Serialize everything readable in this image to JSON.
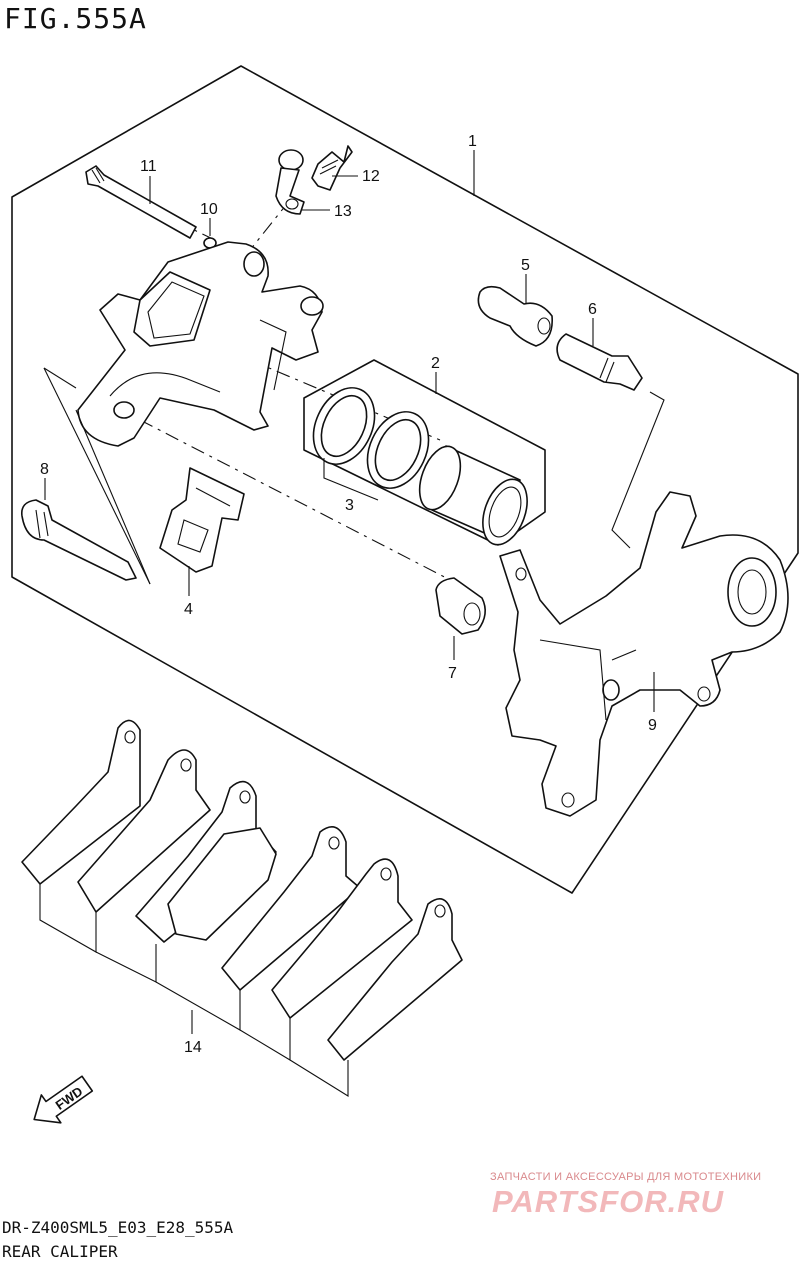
{
  "figure": {
    "title": "FIG.555A",
    "code": "DR-Z400SML5_E03_E28_555A",
    "name": "REAR CALIPER"
  },
  "callouts": [
    {
      "id": "1",
      "label": "1"
    },
    {
      "id": "2",
      "label": "2"
    },
    {
      "id": "3",
      "label": "3"
    },
    {
      "id": "4",
      "label": "4"
    },
    {
      "id": "5",
      "label": "5"
    },
    {
      "id": "6",
      "label": "6"
    },
    {
      "id": "7",
      "label": "7"
    },
    {
      "id": "8",
      "label": "8"
    },
    {
      "id": "9",
      "label": "9"
    },
    {
      "id": "10",
      "label": "10"
    },
    {
      "id": "11",
      "label": "11"
    },
    {
      "id": "12",
      "label": "12"
    },
    {
      "id": "13",
      "label": "13"
    },
    {
      "id": "14",
      "label": "14"
    }
  ],
  "direction_arrow": {
    "label": "FWD",
    "icon": "fwd-arrow-icon"
  },
  "watermark": {
    "tagline": "ЗАПЧАСТИ И АКСЕССУАРЫ ДЛЯ МОТОТЕХНИКИ",
    "logo": "PARTSFOR.RU"
  },
  "colors": {
    "line": "#111111",
    "watermark": "#f2b8ba",
    "background": "#ffffff"
  }
}
